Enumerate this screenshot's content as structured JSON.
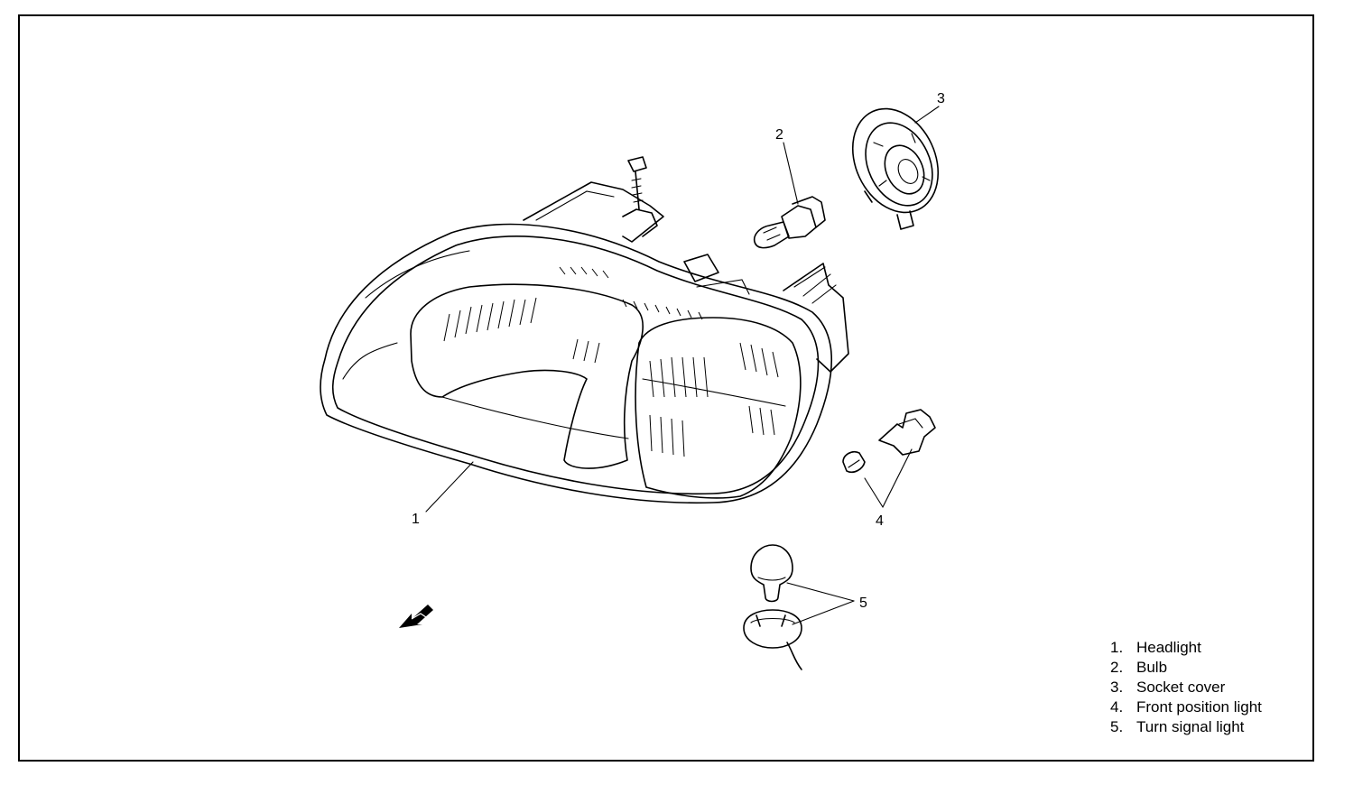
{
  "callouts": {
    "c1": "1",
    "c2": "2",
    "c3": "3",
    "c4": "4",
    "c5": "5"
  },
  "legend": [
    {
      "num": "1.",
      "label": "Headlight"
    },
    {
      "num": "2.",
      "label": "Bulb"
    },
    {
      "num": "3.",
      "label": "Socket cover"
    },
    {
      "num": "4.",
      "label": "Front position light"
    },
    {
      "num": "5.",
      "label": "Turn signal light"
    }
  ],
  "icons": {
    "direction": "forward-arrow-icon"
  }
}
